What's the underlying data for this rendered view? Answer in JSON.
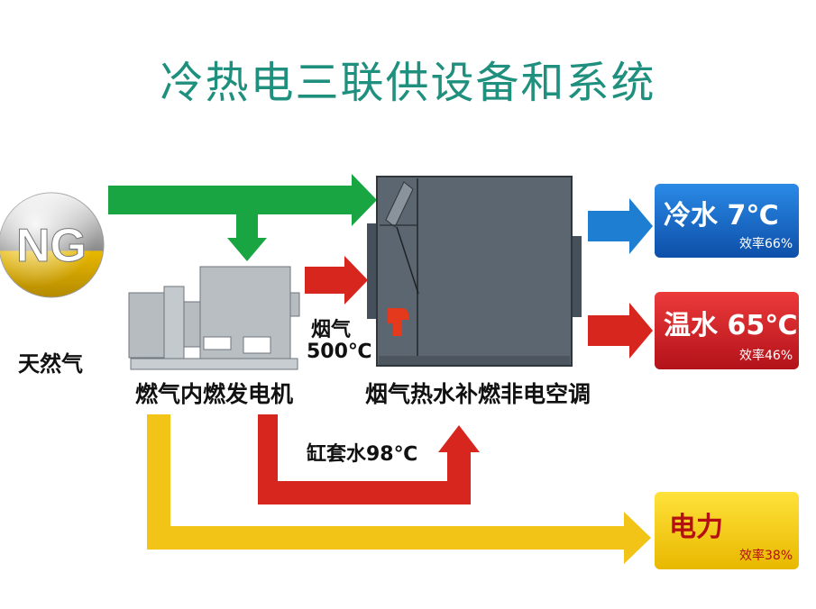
{
  "title": "冷热电三联供设备和系统",
  "ng_label": "NG",
  "fuel_label": "天然气",
  "generator_label": "燃气内燃发电机",
  "chiller_label": "烟气热水补燃非电空调",
  "flue_gas": {
    "line1": "烟气",
    "line2": "500℃"
  },
  "jacket_water_label": "缸套水98℃",
  "outputs": [
    {
      "main": "冷水 7℃",
      "efficiency": "效率66%",
      "color": "#1565c0"
    },
    {
      "main": "温水 65℃",
      "efficiency": "效率46%",
      "color": "#c62025"
    },
    {
      "main": "电力",
      "efficiency": "效率38%",
      "color": "#f1c40f"
    }
  ],
  "colors": {
    "title": "#1f8f7e",
    "gas_arrow": "#1aa543",
    "heat_arrow": "#d7261e",
    "cold_arrow": "#1e7fd2",
    "power_arrow": "#f2c418",
    "machine": "#5c6670"
  }
}
